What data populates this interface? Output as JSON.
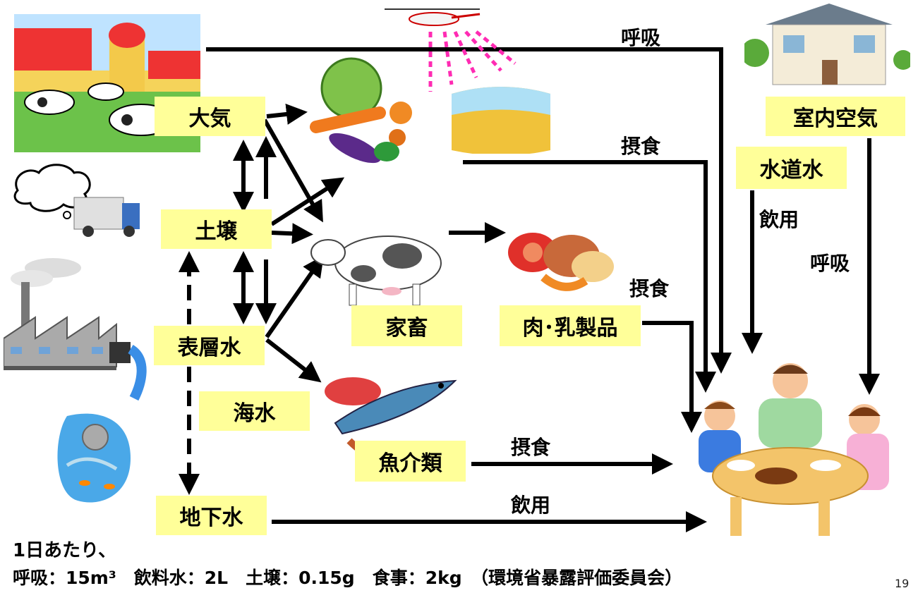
{
  "sources": {
    "air": "大気",
    "soil": "土壌",
    "surface_water": "表層水",
    "seawater": "海水",
    "groundwater": "地下水",
    "livestock": "家畜",
    "meat_dairy": "肉･乳製品",
    "seafood": "魚介類",
    "indoor_air": "室内空気",
    "tap_water": "水道水"
  },
  "pathways": {
    "breathing_top": "呼吸",
    "eating_crops": "摂食",
    "drinking_tap": "飲用",
    "breathing_indoor": "呼吸",
    "eating_meat": "摂食",
    "eating_fish": "摂食",
    "drinking_ground": "飲用"
  },
  "footer": {
    "line1": "1日あたり、",
    "line2": "呼吸：15m³　飲料水：2L　土壌：0.15g　食事：2kg　（環境省暴露評価委員会）"
  },
  "page_number": "19",
  "icons": [
    "farm-image",
    "cloud-icon",
    "truck-icon",
    "factory-icon",
    "drain-pipe-icon",
    "helicopter-icon",
    "vegetables-image",
    "rice-field-image",
    "house-image",
    "cow-image",
    "meat-image",
    "fish-image",
    "family-meal-image"
  ]
}
